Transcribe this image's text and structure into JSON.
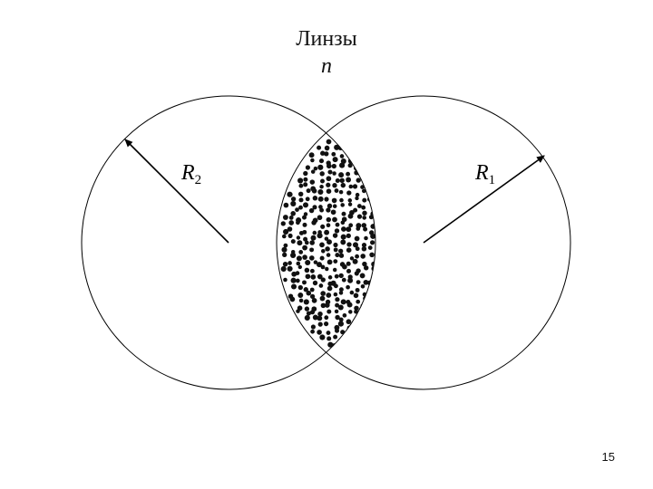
{
  "title": "Линзы",
  "subtitle": "n",
  "labels": {
    "left_radius": "R",
    "left_radius_sub": "2",
    "right_radius": "R",
    "right_radius_sub": "1"
  },
  "page_number": "15",
  "colors": {
    "stroke": "#000000",
    "dots": "#111111",
    "background": "#ffffff"
  }
}
